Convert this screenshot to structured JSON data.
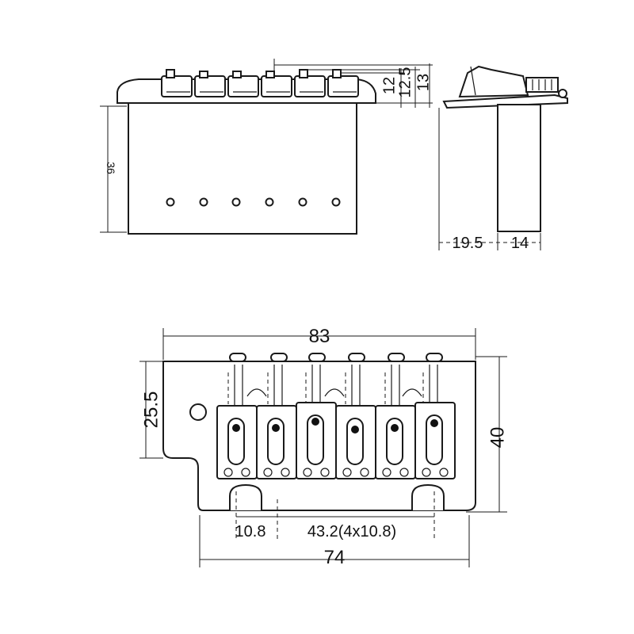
{
  "dimensions": {
    "side_height": "36",
    "block_offset_1": "12",
    "block_offset_2": "12.5",
    "block_offset_3": "13",
    "profile_base": "19.5",
    "profile_block": "14",
    "total_width": "83",
    "left_height": "25.5",
    "total_height": "40",
    "first_spacing": "10.8",
    "string_spacing": "43.2(4x10.8)",
    "base_width": "74"
  },
  "colors": {
    "line": "#1a1a1a",
    "background": "#ffffff"
  }
}
